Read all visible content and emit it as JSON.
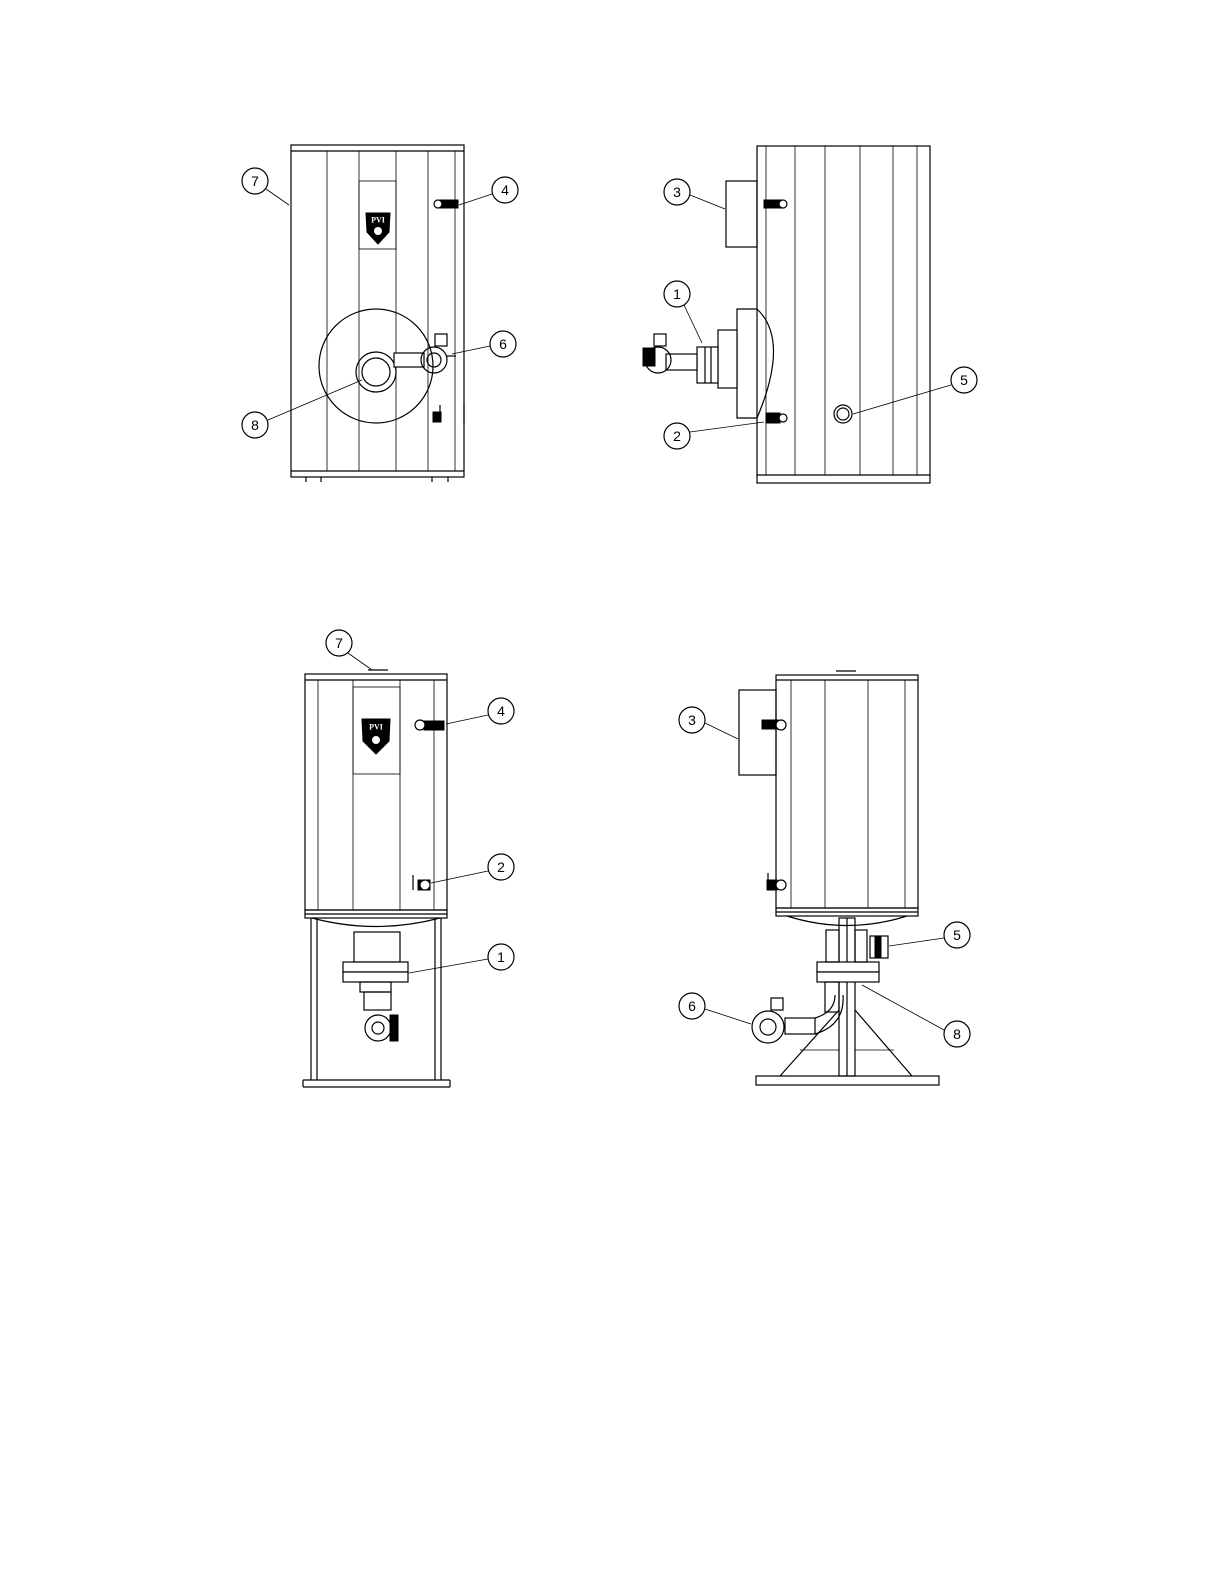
{
  "callouts": {
    "view1": {
      "c7": "7",
      "c4": "4",
      "c6": "6",
      "c8": "8"
    },
    "view2": {
      "c3": "3",
      "c1": "1",
      "c5": "5",
      "c2": "2"
    },
    "view3": {
      "c7": "7",
      "c4": "4",
      "c2": "2",
      "c1": "1"
    },
    "view4": {
      "c3": "3",
      "c5": "5",
      "c6": "6",
      "c8": "8"
    }
  },
  "logo_text": "PVI"
}
